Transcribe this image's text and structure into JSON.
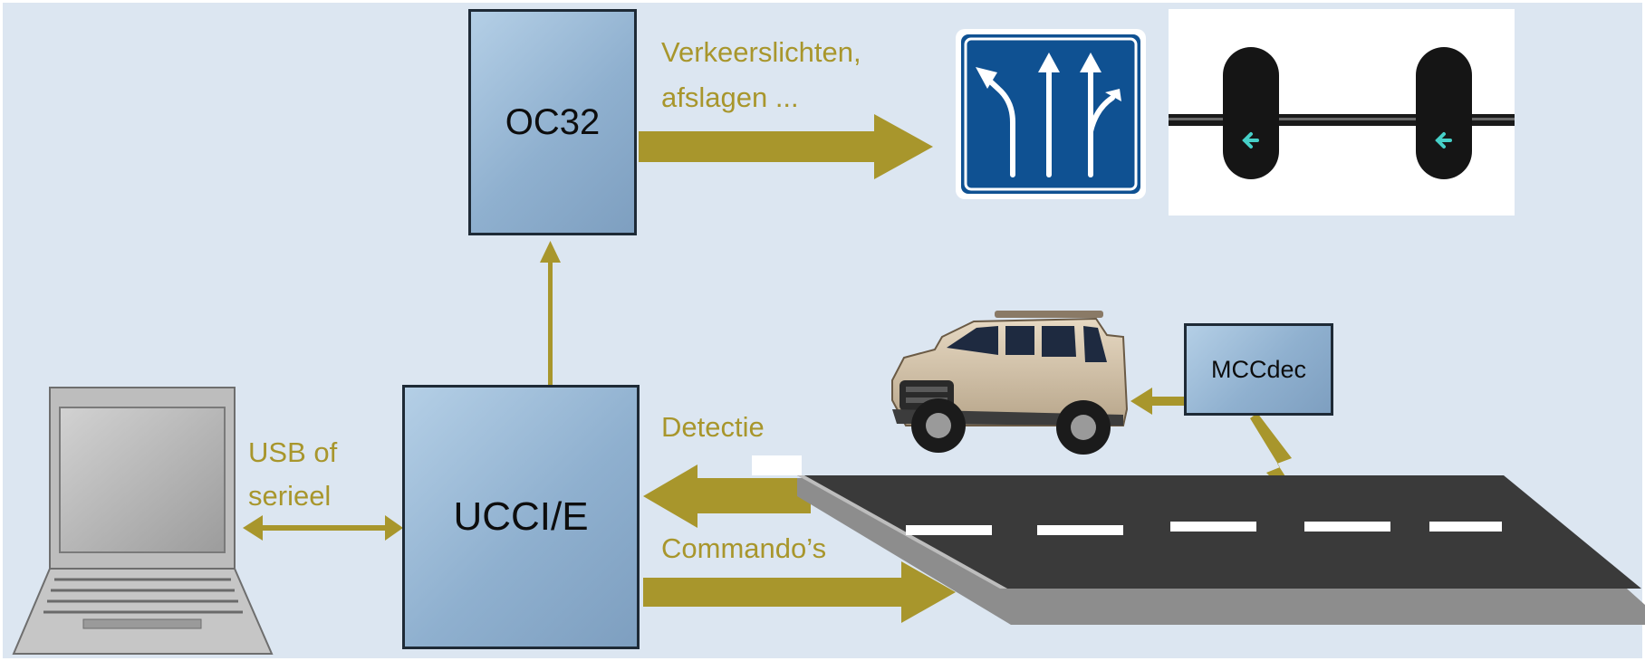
{
  "diagram": {
    "nodes": {
      "oc32": "OC32",
      "ucci": "UCCI/E",
      "mccdec": "MCCdec"
    },
    "labels": {
      "traffic_line1": "Verkeerslichten,",
      "traffic_line2": "afslagen ...",
      "usb_line1": "USB of",
      "usb_line2": "serieel",
      "detectie": "Detectie",
      "commandos": "Commando’s"
    },
    "colors": {
      "background": "#dce6f1",
      "arrow": "#a8962c",
      "box_fill": "#a4c2df",
      "sign_blue": "#0f5192",
      "road": "#3a3a3a"
    },
    "icons": [
      "laptop-icon",
      "lane-sign-icon",
      "traffic-lights-icon",
      "car-icon",
      "lightning-icon",
      "road-icon"
    ]
  }
}
